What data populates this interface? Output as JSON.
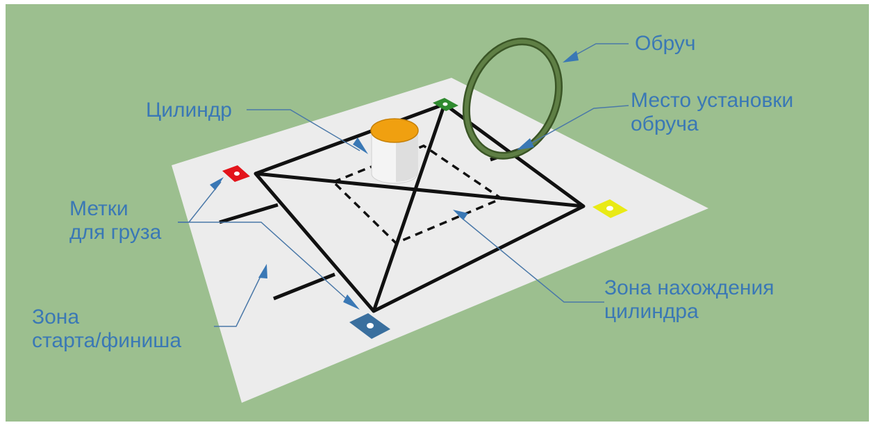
{
  "colors": {
    "background": "#9cbf8f",
    "mat": "#ececec",
    "line": "#111111",
    "label_text": "#3a78b5",
    "arrow": "#3a78b5",
    "marker_red": "#e3141b",
    "marker_green": "#2f8a2f",
    "marker_yellow": "#e9ea15",
    "marker_blue": "#3a6f9e",
    "cylinder_top": "#f0a010",
    "hoop": "#4c6a34"
  },
  "labels": {
    "hoop": "Обруч",
    "hoop_place": [
      "Место установки",
      "обруча"
    ],
    "cylinder": "Цилиндр",
    "cargo_marks": [
      "Метки",
      "для груза"
    ],
    "cylinder_zone": [
      "Зона нахождения",
      "цилиндра"
    ],
    "start_finish_zone": [
      "Зона",
      "старта/финиша"
    ]
  }
}
